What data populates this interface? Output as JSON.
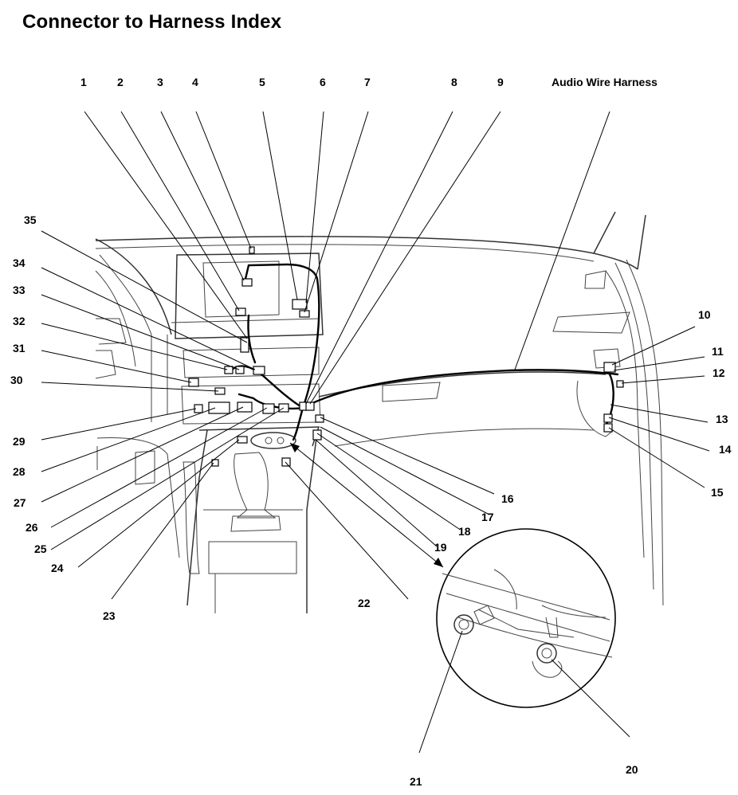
{
  "title": "Connector to Harness Index",
  "harness_label": "Audio Wire Harness",
  "callouts": [
    {
      "id": "c1",
      "text": "1"
    },
    {
      "id": "c2",
      "text": "2"
    },
    {
      "id": "c3",
      "text": "3"
    },
    {
      "id": "c4",
      "text": "4"
    },
    {
      "id": "c5",
      "text": "5"
    },
    {
      "id": "c6",
      "text": "6"
    },
    {
      "id": "c7",
      "text": "7"
    },
    {
      "id": "c8",
      "text": "8"
    },
    {
      "id": "c9",
      "text": "9"
    },
    {
      "id": "c10",
      "text": "10"
    },
    {
      "id": "c11",
      "text": "11"
    },
    {
      "id": "c12",
      "text": "12"
    },
    {
      "id": "c13",
      "text": "13"
    },
    {
      "id": "c14",
      "text": "14"
    },
    {
      "id": "c15",
      "text": "15"
    },
    {
      "id": "c16",
      "text": "16"
    },
    {
      "id": "c17",
      "text": "17"
    },
    {
      "id": "c18",
      "text": "18"
    },
    {
      "id": "c19",
      "text": "19"
    },
    {
      "id": "c20",
      "text": "20"
    },
    {
      "id": "c21",
      "text": "21"
    },
    {
      "id": "c22",
      "text": "22"
    },
    {
      "id": "c23",
      "text": "23"
    },
    {
      "id": "c24",
      "text": "24"
    },
    {
      "id": "c25",
      "text": "25"
    },
    {
      "id": "c26",
      "text": "26"
    },
    {
      "id": "c27",
      "text": "27"
    },
    {
      "id": "c28",
      "text": "28"
    },
    {
      "id": "c29",
      "text": "29"
    },
    {
      "id": "c30",
      "text": "30"
    },
    {
      "id": "c31",
      "text": "31"
    },
    {
      "id": "c32",
      "text": "32"
    },
    {
      "id": "c33",
      "text": "33"
    },
    {
      "id": "c34",
      "text": "34"
    },
    {
      "id": "c35",
      "text": "35"
    }
  ]
}
